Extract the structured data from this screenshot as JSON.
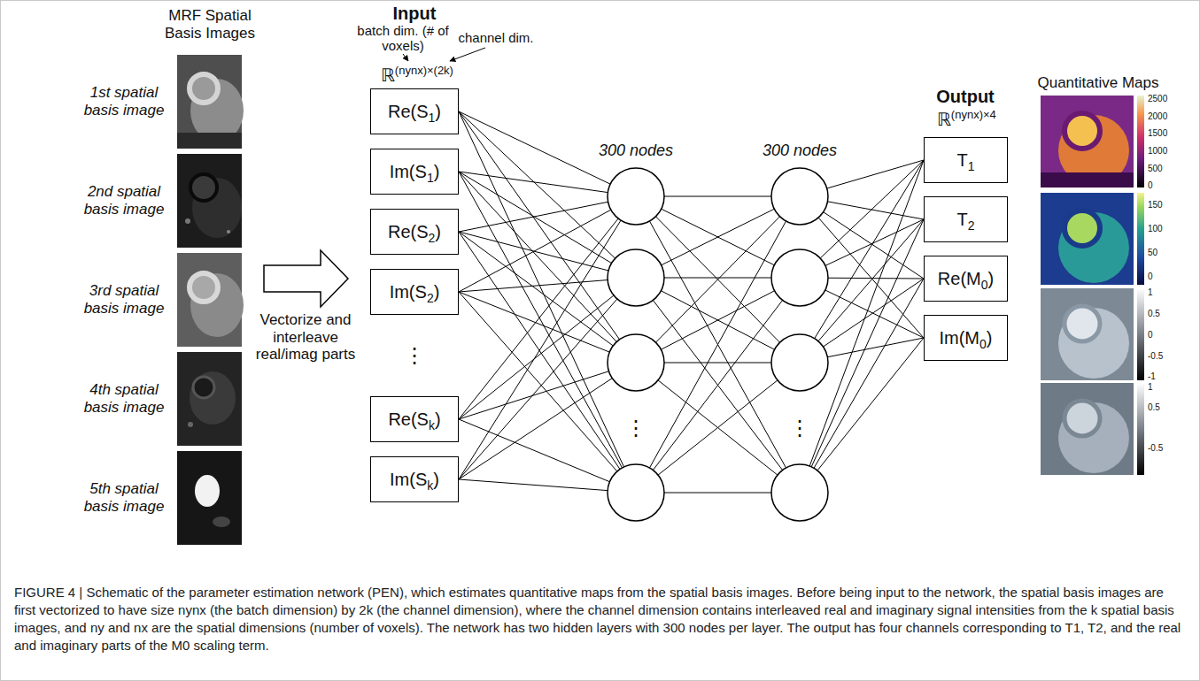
{
  "diagram": {
    "caption": "FIGURE 4 | Schematic of the parameter estimation network (PEN), which estimates quantitative maps from the spatial basis images. Before being input to the network, the spatial basis images are first vectorized to have size nynx (the batch dimension) by 2k (the channel dimension), where the channel dimension contains interleaved real and imaginary signal intensities from the k spatial basis images, and ny and nx are the spatial dimensions (number of voxels). The network has two hidden layers with 300 nodes per layer. The output has four channels corresponding to T1, T2, and the real and imaginary parts of the M0 scaling term.",
    "nodes": [
      {
        "text": [
          "Re(S1)"
        ]
      },
      {
        "text": [
          "Im(S1)"
        ]
      },
      {
        "text": [
          "Re(S2)"
        ]
      },
      {
        "text": [
          "Im(S2)"
        ]
      },
      {
        "text": [
          "Re(Sk)"
        ]
      },
      {
        "text": [
          "Im(Sk)"
        ]
      },
      {
        "text": [
          "T1"
        ]
      },
      {
        "text": [
          "T2"
        ]
      },
      {
        "text": [
          "Re(M0)"
        ]
      },
      {
        "text": [
          "Im(M0)"
        ]
      }
    ],
    "labels": [
      "MRF Spatial Basis Images",
      "1st spatial basis image",
      "2nd spatial basis image",
      "3rd spatial basis image",
      "4th spatial basis image",
      "5th spatial basis image",
      "Vectorize and interleave real/imag parts",
      "Input",
      "batch dim. (# of voxels)",
      "channel dim.",
      "ℝ(nynx)×(2k)",
      "⋮",
      "300 nodes",
      "⋮",
      "300 nodes",
      "⋮",
      "Output",
      "ℝ(nynx)×4",
      "Quantitative Maps",
      "2500",
      "2000",
      "1500",
      "1000",
      "500",
      "0",
      "150",
      "100",
      "50",
      "0",
      "1",
      "0.5",
      "0",
      "-0.5",
      "-1",
      "1",
      "0.5",
      "-0.5"
    ]
  }
}
